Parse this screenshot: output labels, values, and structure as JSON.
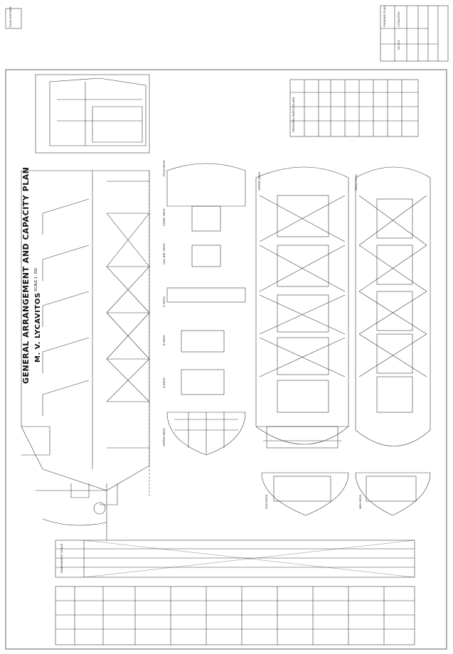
{
  "drawing": {
    "title": "GENERAL ARRANGEMENT AND CAPACITY PLAN",
    "vessel": "M. V. LYCAVITOS",
    "scale": "SCALE 1 : 200"
  },
  "title_block": {
    "status": "FINISHED PLAN",
    "vessel_code": "LYCAVITOS",
    "drawing_no": "SC-071"
  },
  "deck_labels": {
    "fcle_deck": "FCLE DECK",
    "comp_deck": "COMP. DECK",
    "nav_bri_deck": "NAV. BRI. DECK",
    "c_deck": "C DECK",
    "b_deck": "B DECK",
    "a_deck": "A DECK",
    "upper_deck": "UPPER DECK",
    "hold_plan": "HOLD PLAN",
    "second_deck": "2ND DECK",
    "third_deck": "3RD DECK"
  },
  "table_headings": {
    "deadweight_scale": "DEADWEIGHT SCALE",
    "particulars": "PRINCIPAL PARTICULARS"
  },
  "corner_stamp": "PLAN HISTORY",
  "colors": {
    "line": "#3a3a3a",
    "paper": "#ffffff",
    "ink": "#111111"
  }
}
